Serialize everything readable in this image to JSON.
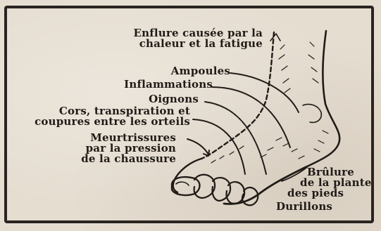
{
  "labels": {
    "enflure": [
      "Enflure causée par la",
      "chaleur et la fatigue"
    ],
    "ampoules": "Ampoules",
    "inflammations": "Inflammations",
    "oignons": "Oignons",
    "cors": [
      "Cors, transpiration et",
      "coupures entre les orteils"
    ],
    "meurtrissures": [
      "Meurtrissures",
      "par la pression",
      "de la chaussure"
    ],
    "brulure": [
      "Brûlure",
      "de la plante",
      "des pieds"
    ],
    "durillons": "Durillons"
  },
  "colors": {
    "paper": "#e5ddd0",
    "ink": "#201b17",
    "border": "#2a2420"
  }
}
